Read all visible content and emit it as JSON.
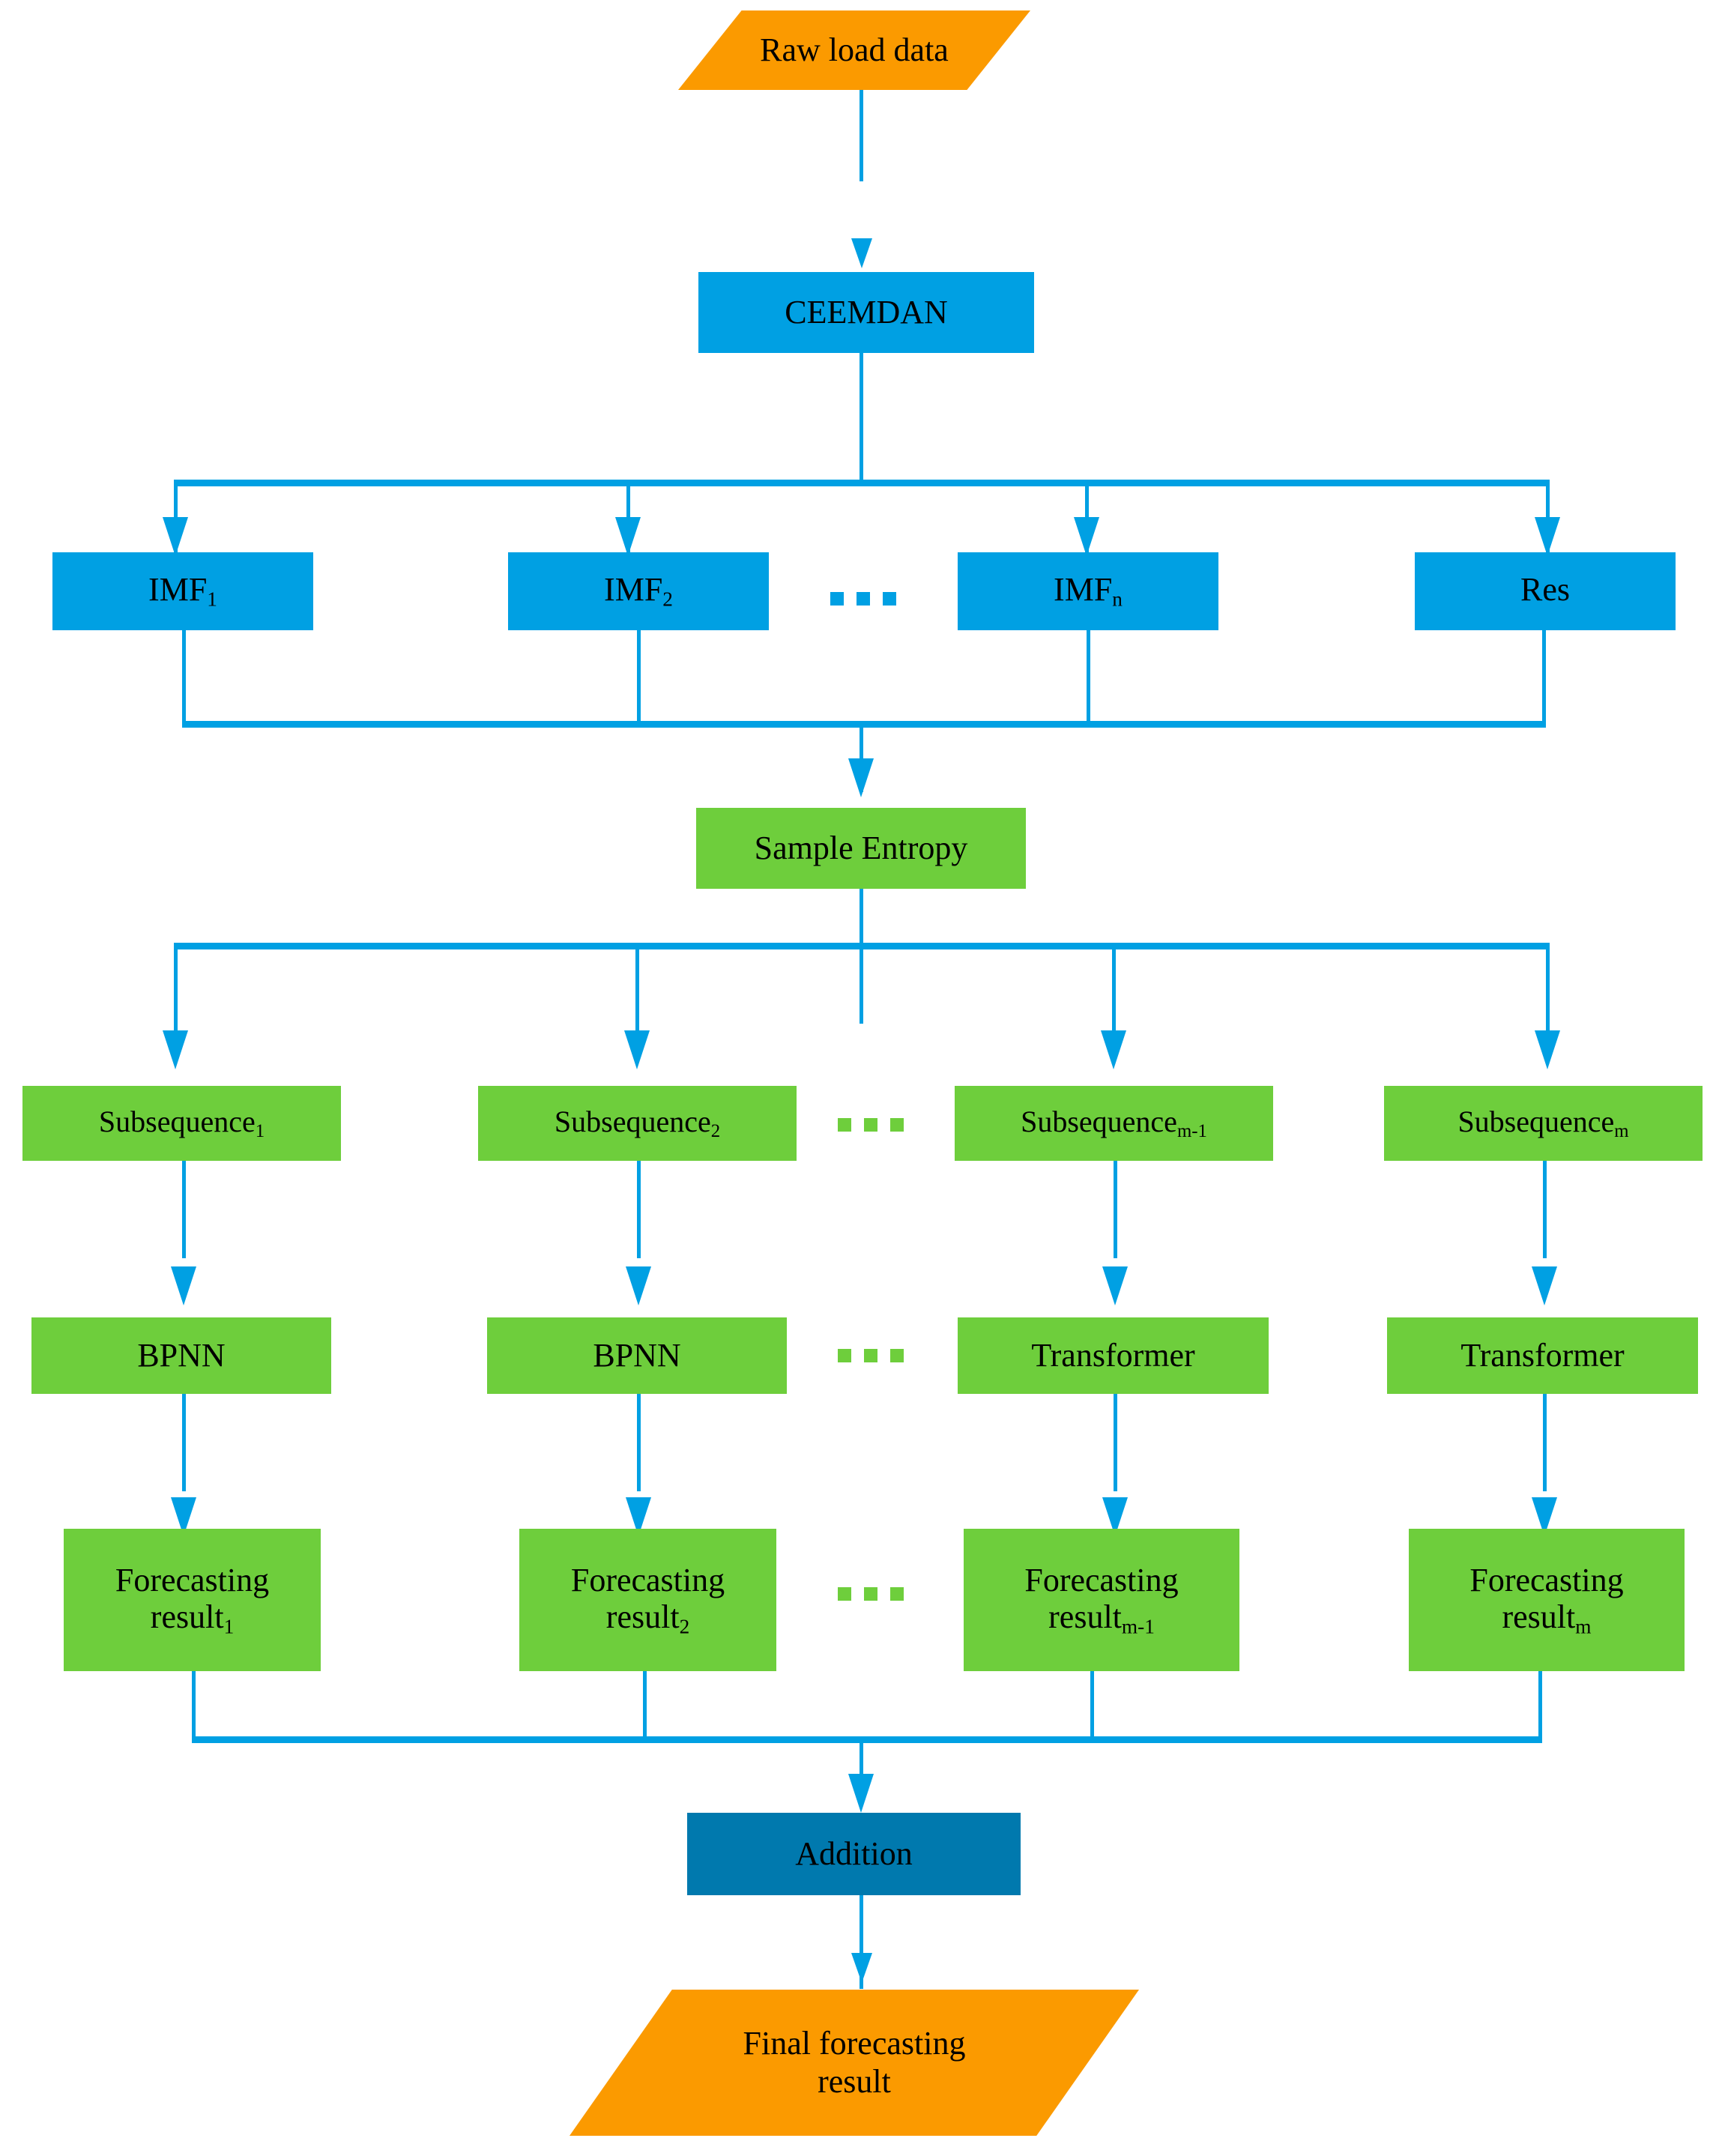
{
  "diagram": {
    "title": "CEEMDAN-Sample Entropy hybrid load forecasting flowchart",
    "colors": {
      "accent_blue": "#00A0E3",
      "dark_blue": "#0079AE",
      "green": "#6ECE3C",
      "orange": "#FB9A00",
      "text": "#000000",
      "background": "#FFFFFF"
    },
    "start": {
      "label": "Raw load data",
      "shape": "parallelogram",
      "color": "#FB9A00"
    },
    "decompose": {
      "label": "CEEMDAN",
      "shape": "rectangle",
      "color": "#00A0E3"
    },
    "components": {
      "shape": "rectangle",
      "color": "#00A0E3",
      "items": [
        {
          "label": "IMF",
          "sub": "1"
        },
        {
          "label": "IMF",
          "sub": "2"
        },
        {
          "label": "IMF",
          "sub": "n"
        },
        {
          "label": "Res",
          "sub": ""
        }
      ],
      "ellipsis": "..."
    },
    "entropy": {
      "label": "Sample Entropy",
      "shape": "rectangle",
      "color": "#6ECE3C"
    },
    "subsequences": {
      "shape": "rectangle",
      "color": "#6ECE3C",
      "items": [
        {
          "label": "Subsequence",
          "sub": "1"
        },
        {
          "label": "Subsequence",
          "sub": "2"
        },
        {
          "label": "Subsequence",
          "sub": "m-1"
        },
        {
          "label": "Subsequence",
          "sub": "m"
        }
      ],
      "ellipsis": "..."
    },
    "models": {
      "shape": "rectangle",
      "color": "#6ECE3C",
      "items": [
        {
          "label": "BPNN",
          "sub": ""
        },
        {
          "label": "BPNN",
          "sub": ""
        },
        {
          "label": "Transformer",
          "sub": ""
        },
        {
          "label": "Transformer",
          "sub": ""
        }
      ],
      "ellipsis": "..."
    },
    "results": {
      "shape": "rectangle",
      "color": "#6ECE3C",
      "line1": "Forecasting",
      "items": [
        {
          "label": "result",
          "sub": "1"
        },
        {
          "label": "result",
          "sub": "2"
        },
        {
          "label": "result",
          "sub": "m-1"
        },
        {
          "label": "result",
          "sub": "m"
        }
      ],
      "ellipsis": "..."
    },
    "combine": {
      "label": "Addition",
      "shape": "rectangle",
      "color": "#0079AE"
    },
    "end": {
      "label_line1": "Final forecasting",
      "label_line2": "result",
      "shape": "parallelogram",
      "color": "#FB9A00"
    }
  }
}
